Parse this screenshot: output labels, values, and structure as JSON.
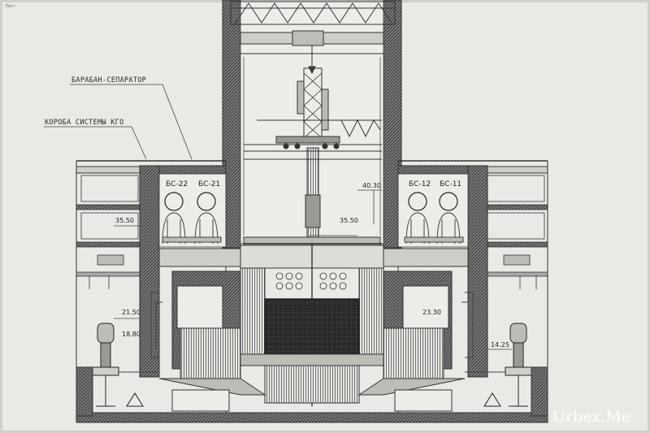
{
  "labels": {
    "drum_separator": "БАРАБАН-СЕПАРАТОР",
    "kgo_boxes": "КОРОБА СИСТЕМЫ КГО"
  },
  "drums": {
    "bs22": "БС-22",
    "bs21": "БС-21",
    "bs12": "БС-12",
    "bs11": "БС-11"
  },
  "elevations": {
    "e4030": "40.30",
    "e3550_center": "35.50",
    "e3550_left": "35.50",
    "e2150": "21.50",
    "e1880": "18.80",
    "e2330": "23.30",
    "e1425": "14.25"
  },
  "watermark": "Urbex.Me",
  "corner_mark": "Лист",
  "colors": {
    "paper": "#e8e8e4",
    "line": "#333333",
    "wall": "#4a4a4a",
    "core": "#1f1f1f"
  }
}
